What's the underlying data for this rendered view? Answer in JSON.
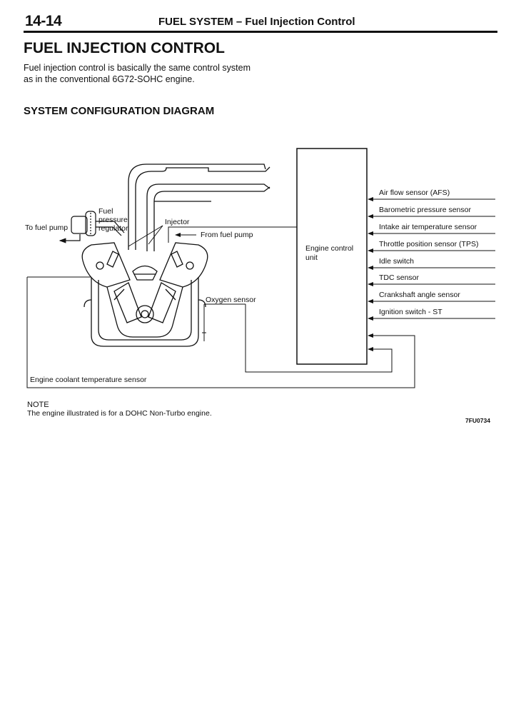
{
  "header": {
    "page_number": "14-14",
    "section_title": "FUEL SYSTEM – Fuel Injection Control"
  },
  "title": "FUEL INJECTION CONTROL",
  "intro": "Fuel injection control is basically the same control system as in the conventional 6G72-SOHC engine.",
  "subtitle": "SYSTEM CONFIGURATION DIAGRAM",
  "diagram": {
    "fuel_pressure_regulator_line1": "Fuel",
    "fuel_pressure_regulator_line2": "pressure",
    "fuel_pressure_regulator_line3": "regulator",
    "to_fuel_pump": "To fuel pump",
    "injector": "Injector",
    "from_fuel_pump": "From fuel pump",
    "oxygen_sensor": "Oxygen sensor",
    "ecu_line1": "Engine control",
    "ecu_line2": "unit",
    "coolant_sensor": "Engine coolant temperature sensor",
    "sensors": [
      "Air flow sensor (AFS)",
      "Barometric pressure sensor",
      "Intake air temperature sensor",
      "Throttle position sensor (TPS)",
      "Idle switch",
      "TDC sensor",
      "Crankshaft angle sensor",
      "Ignition switch - ST"
    ]
  },
  "note": {
    "heading": "NOTE",
    "text": "The engine illustrated is for a DOHC Non-Turbo engine."
  },
  "figure_id": "7FU0734"
}
